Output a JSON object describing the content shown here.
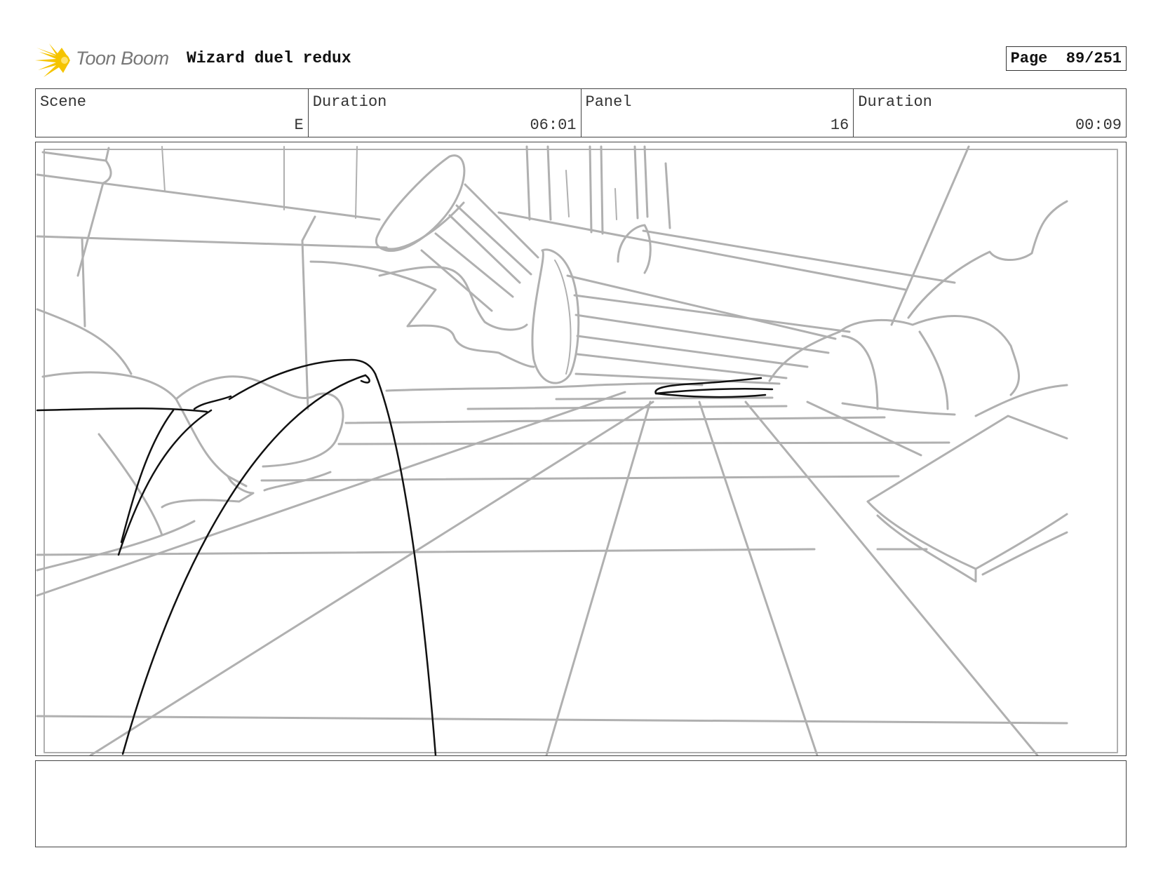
{
  "header": {
    "logo_text": "Toon Boom",
    "project_title": "Wizard duel redux",
    "page_label": "Page",
    "page_number": "89/251"
  },
  "info": {
    "scene_label": "Scene",
    "scene_value": "E",
    "scene_duration_label": "Duration",
    "scene_duration_value": "06:01",
    "panel_label": "Panel",
    "panel_value": "16",
    "panel_duration_label": "Duration",
    "panel_duration_value": "00:09"
  },
  "colors": {
    "sketch_grey": "#b0b0b0",
    "sketch_black": "#111111",
    "logo_yellow": "#f5c400"
  },
  "notes": {
    "text": ""
  }
}
